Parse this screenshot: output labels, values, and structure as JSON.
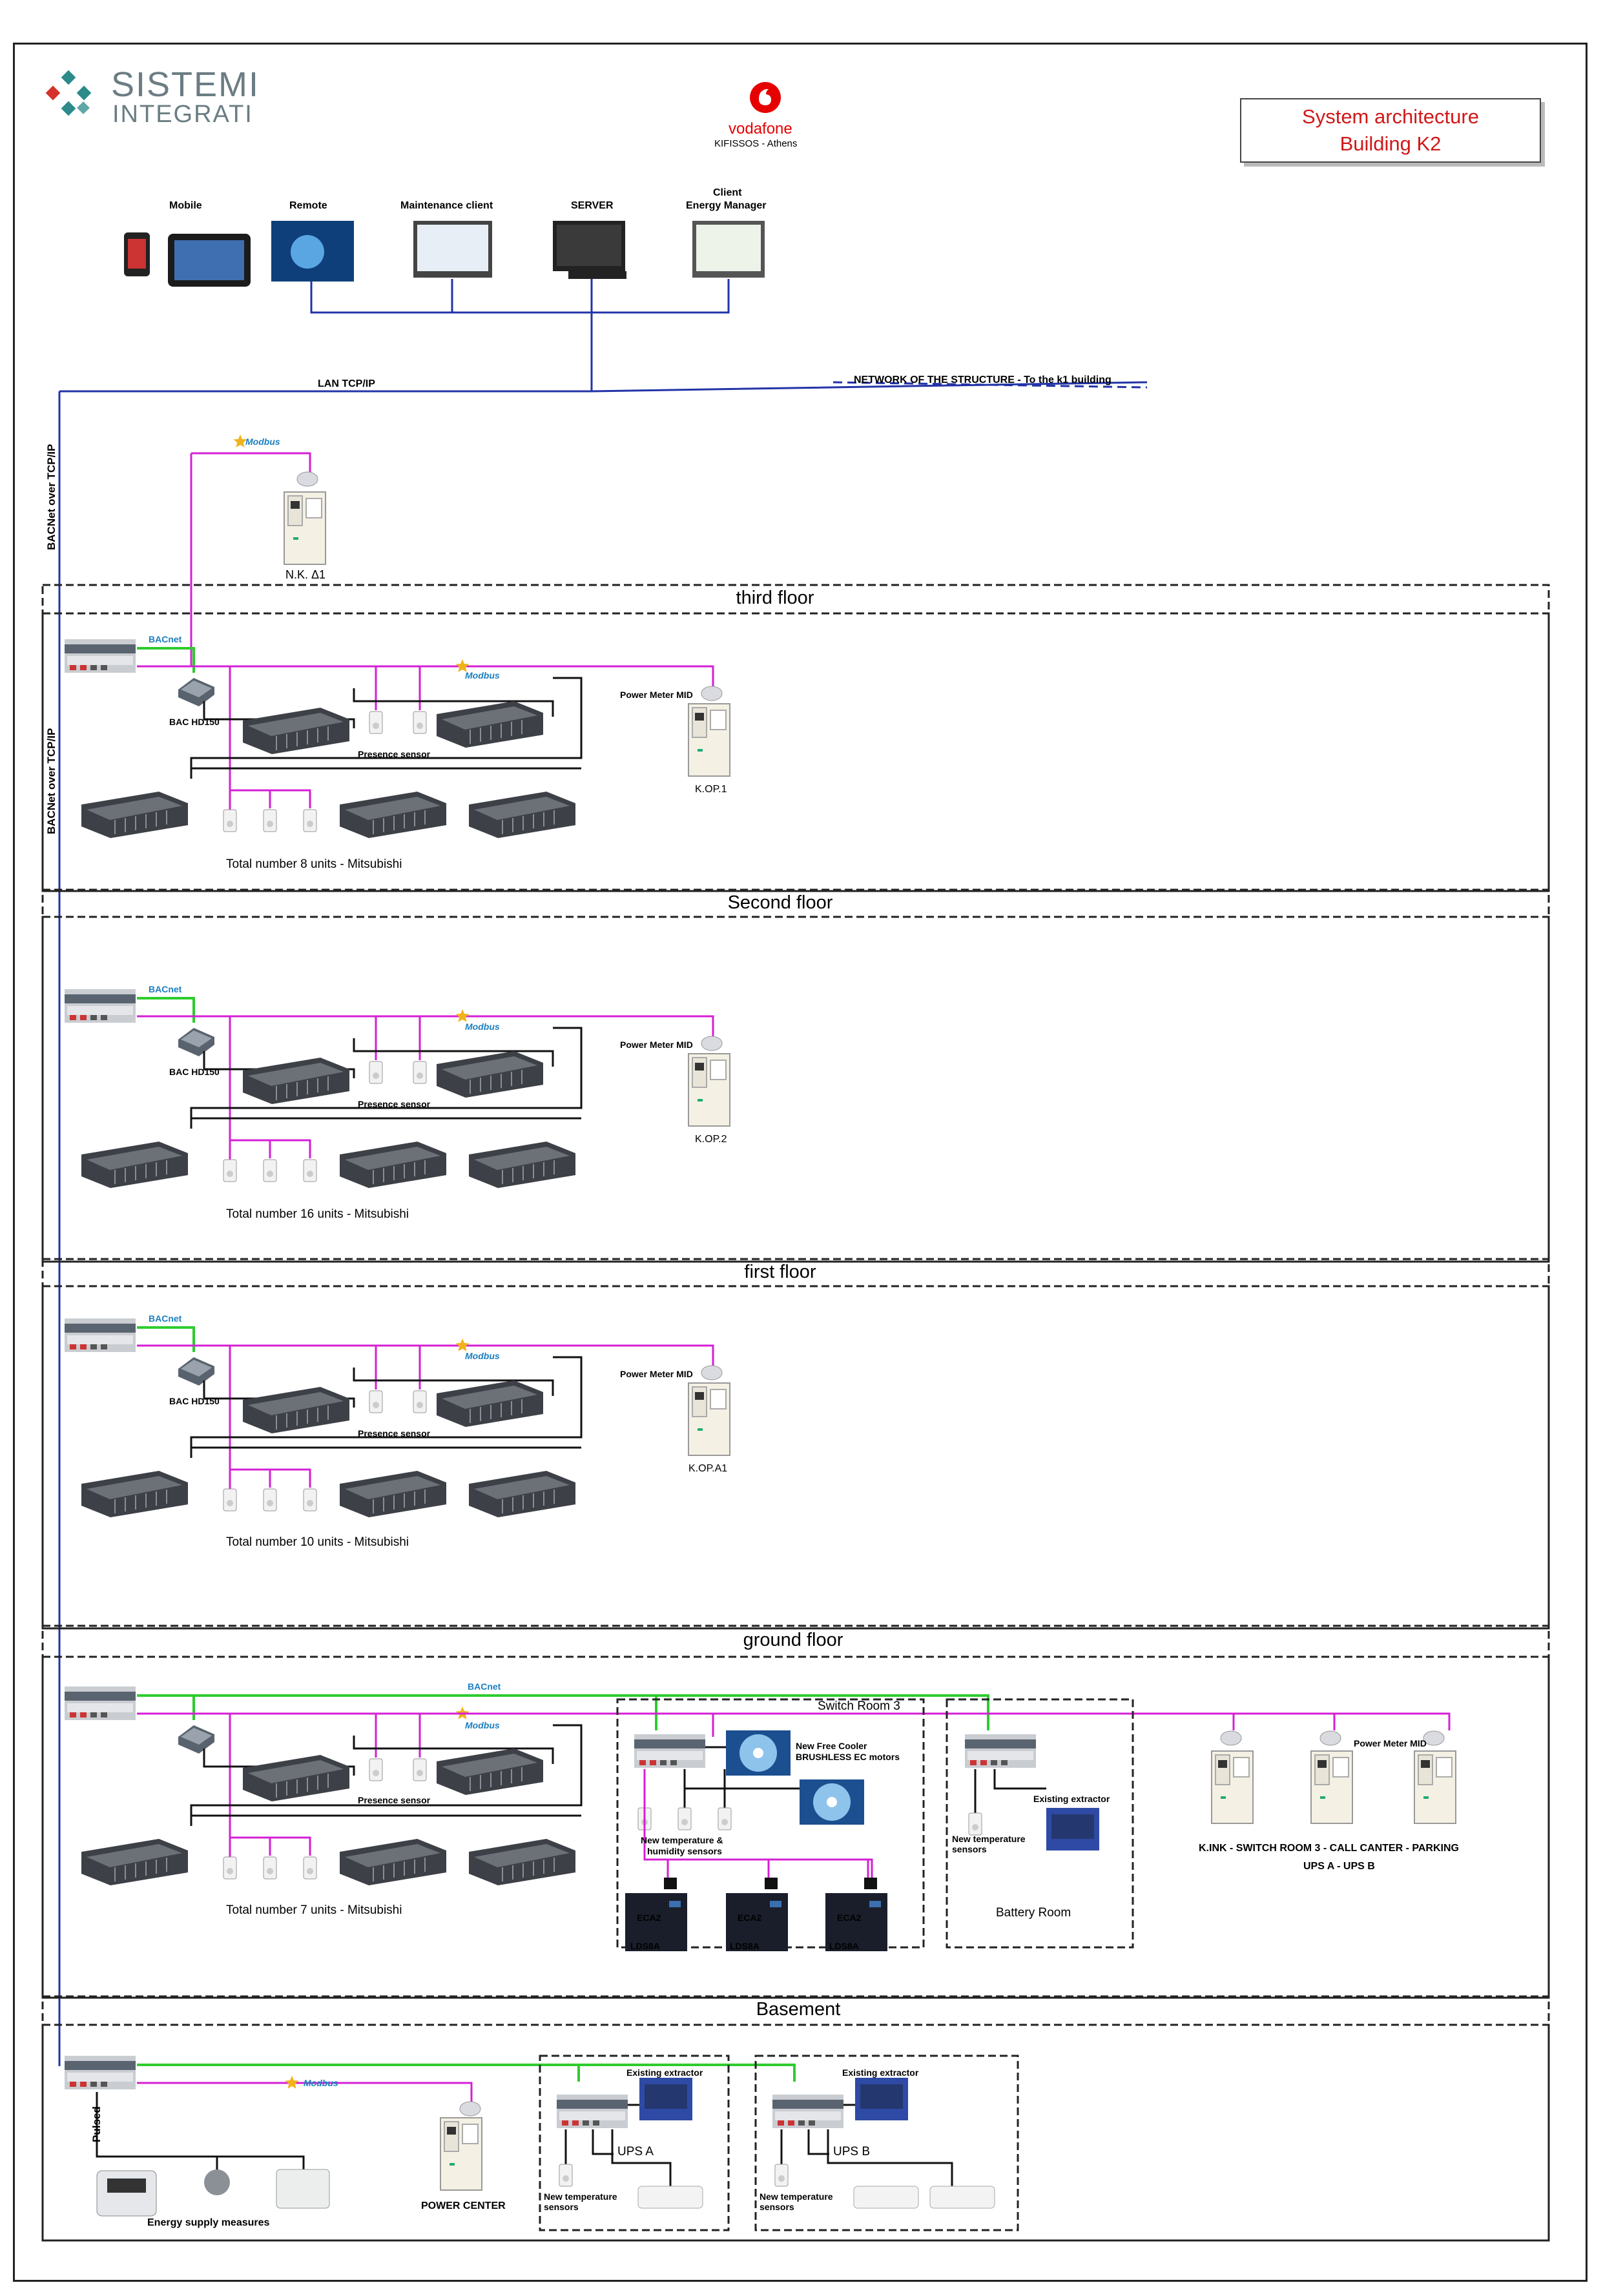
{
  "brand": {
    "line1": "SISTEMI",
    "line2": "INTEGRATI"
  },
  "client": {
    "name": "vodafone",
    "location": "KIFISSOS - Athens"
  },
  "title": {
    "line1": "System architecture",
    "line2": "Building K2"
  },
  "top_devices": {
    "mobile": "Mobile",
    "remote": "Remote",
    "maintenance": "Maintenance client",
    "server": "SERVER",
    "client_line1": "Client",
    "client_line2": "Energy Manager"
  },
  "network": {
    "lan": "LAN TCP/IP",
    "structure": "NETWORK OF THE STRUCTURE - To the k1 building",
    "bacnet_tcp": "BACNet over TCP/IP"
  },
  "protocols": {
    "modbus": "Modbus",
    "bacnet": "BACnet"
  },
  "top_panel": {
    "label": "N.K. Δ1"
  },
  "floors": [
    {
      "title": "third floor",
      "gateway": "BAC HD150",
      "sensor": "Presence sensor",
      "meter": "Power Meter MID",
      "panel": "K.OP.1",
      "total": "Total number 8 units - Mitsubishi"
    },
    {
      "title": "Second floor",
      "gateway": "BAC HD150",
      "sensor": "Presence sensor",
      "meter": "Power Meter MID",
      "panel": "K.OP.2",
      "total": "Total number 16 units - Mitsubishi"
    },
    {
      "title": "first floor",
      "gateway": "BAC HD150",
      "sensor": "Presence sensor",
      "meter": "Power Meter MID",
      "panel": "K.OP.A1",
      "total": "Total number 10 units - Mitsubishi"
    },
    {
      "title": "ground floor",
      "gateway": "",
      "sensor": "Presence sensor",
      "meter": "",
      "panel": "",
      "total": "Total number 7 units - Mitsubishi"
    }
  ],
  "switch_room": {
    "title": "Switch Room 3",
    "cooler_line1": "New Free Cooler",
    "cooler_line2": "BRUSHLESS EC motors",
    "temp_line1": "New temperature &",
    "temp_line2": "humidity sensors",
    "eca": "ECA2",
    "lds": "LDS8A"
  },
  "battery_room": {
    "title": "Battery Room",
    "extractor": "Existing extractor",
    "sensor_line1": "New temperature",
    "sensor_line2": "sensors"
  },
  "ground_panels": {
    "meter": "Power Meter MID",
    "line1": "K.INK - SWITCH ROOM 3 - CALL CANTER - PARKING",
    "line2": "UPS A - UPS B"
  },
  "basement": {
    "title": "Basement",
    "pulsed": "Pulsed",
    "energy": "Energy supply measures",
    "power_center": "POWER CENTER",
    "extractor": "Existing extractor",
    "ups_a": "UPS A",
    "ups_b": "UPS B",
    "sensor_line1": "New temperature",
    "sensor_line2": "sensors"
  },
  "colors": {
    "bus_blue": "#2233a8",
    "modbus_magenta": "#d51fd5",
    "bacnet_green": "#2ecc2e",
    "title_red": "#d01818",
    "logo_teal": "#2c8a8a",
    "logo_red": "#d6322c"
  }
}
